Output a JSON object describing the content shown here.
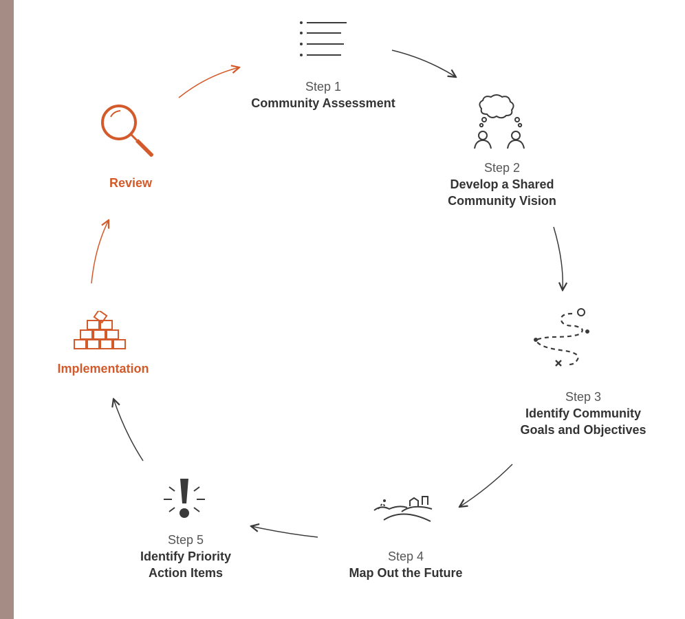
{
  "colors": {
    "dark": "#3a3a3a",
    "accent": "#d35a2a",
    "background": "#a58c85"
  },
  "steps": [
    {
      "number": "Step 1",
      "title_lines": [
        "Community Assessment"
      ],
      "icon": "checklist-icon"
    },
    {
      "number": "Step 2",
      "title_lines": [
        "Develop a Shared",
        "Community Vision"
      ],
      "icon": "people-thinking-icon"
    },
    {
      "number": "Step 3",
      "title_lines": [
        "Identify Community",
        "Goals and Objectives"
      ],
      "icon": "treasure-map-path-icon"
    },
    {
      "number": "Step 4",
      "title_lines": [
        "Map Out the Future"
      ],
      "icon": "landscape-icon"
    },
    {
      "number": "Step 5",
      "title_lines": [
        "Identify Priority",
        "Action Items"
      ],
      "icon": "exclamation-icon"
    }
  ],
  "implementation": {
    "label": "Implementation",
    "icon": "bricks-icon"
  },
  "review": {
    "label": "Review",
    "icon": "magnifier-icon"
  }
}
